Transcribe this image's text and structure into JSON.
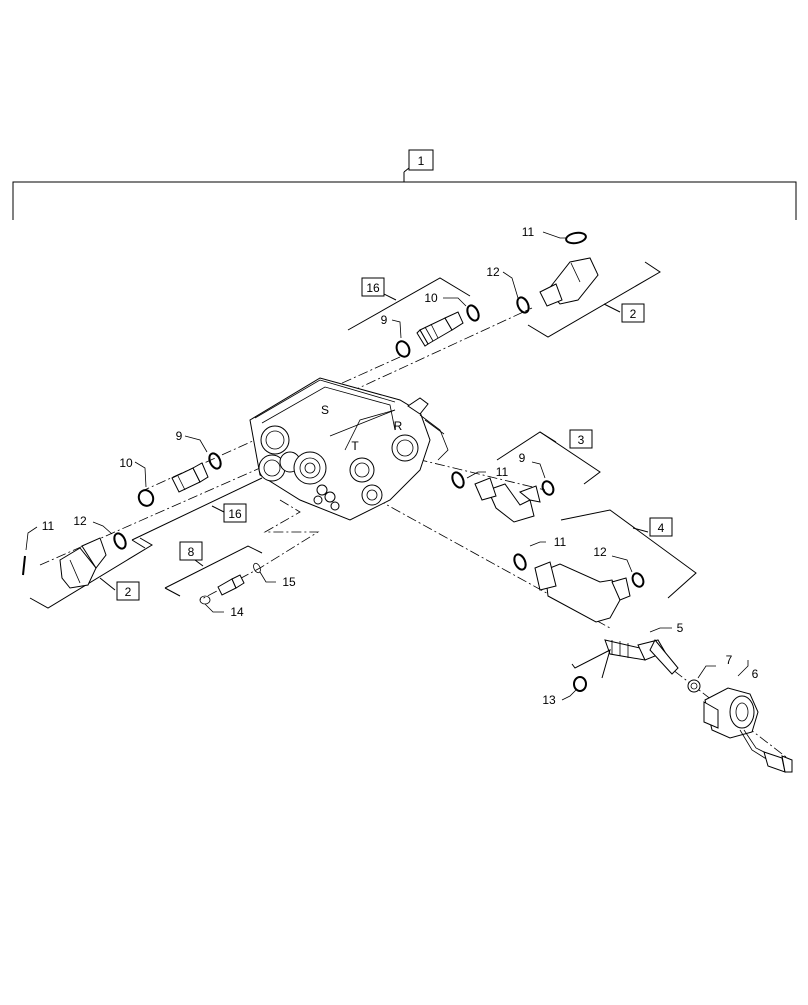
{
  "callouts": {
    "c1": "1",
    "c2_right": "2",
    "c2_left": "2",
    "c3": "3",
    "c4": "4",
    "c5": "5",
    "c6": "6",
    "c7": "7",
    "c8": "8",
    "c9_top": "9",
    "c9_left": "9",
    "c9_right": "9",
    "c10_top": "10",
    "c10_left": "10",
    "c11_top": "11",
    "c11_left": "11",
    "c11_mid": "11",
    "c11_lower": "11",
    "c12_top": "12",
    "c12_left": "12",
    "c12_lower": "12",
    "c13": "13",
    "c14": "14",
    "c15": "15",
    "c16_top": "16",
    "c16_left": "16"
  },
  "valve_marks": {
    "s_mark": "S",
    "t_mark": "T",
    "r_mark": "R"
  }
}
